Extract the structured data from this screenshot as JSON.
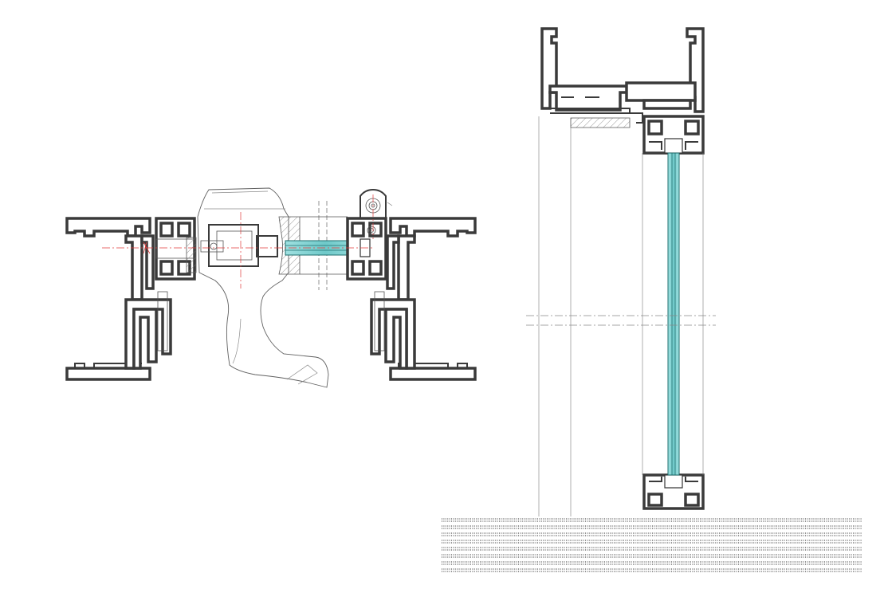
{
  "drawing": {
    "views": [
      "horizontal-section",
      "vertical-section"
    ],
    "accent_colors": {
      "glass": "#7fd3d3",
      "glass_edge": "#1d6e6e",
      "centerline": "#e23b3b",
      "profile": "#3a3a3a"
    },
    "floor_rows": 8,
    "glass_layers": 3
  }
}
